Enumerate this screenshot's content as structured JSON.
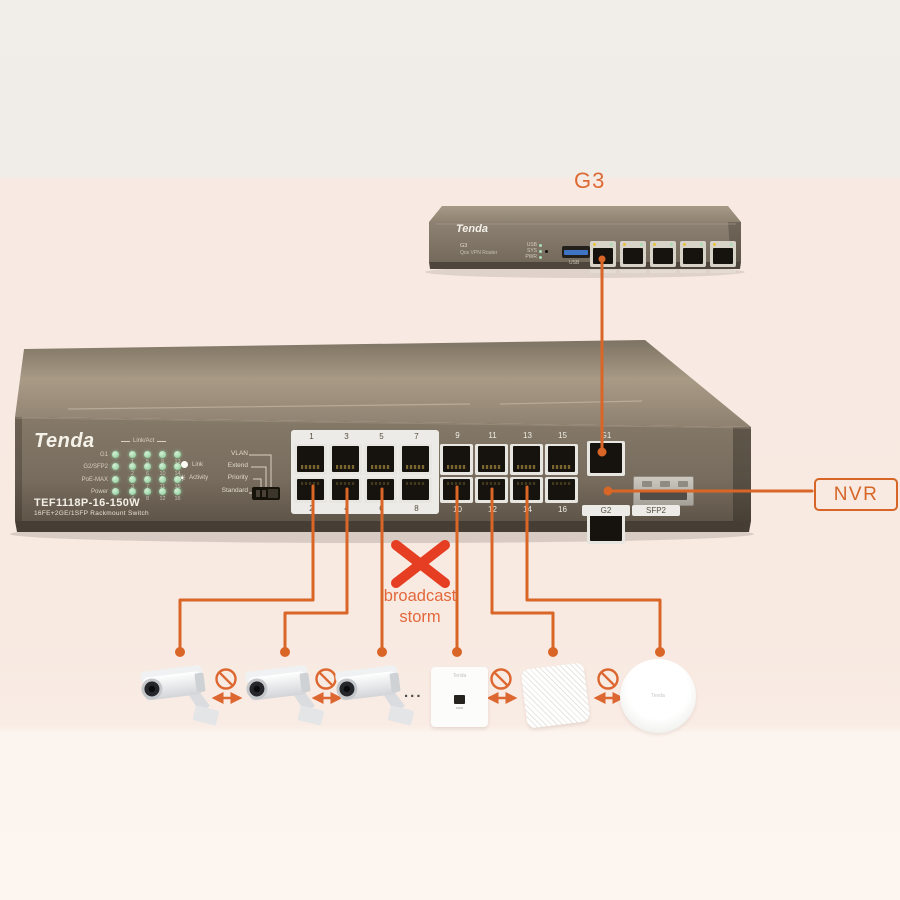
{
  "heading": {
    "g3": "G3"
  },
  "router": {
    "brand": "Tenda",
    "model": "G3",
    "subtitle": "Qos VPN Router",
    "led_labels": [
      "USB",
      "SYS",
      "PWR"
    ],
    "usb_label": "USB"
  },
  "switch": {
    "brand": "Tenda",
    "model": "TEF1118P-16-150W",
    "subtitle": "16FE+2GE/1SFP Rackmount Switch",
    "linkact": "Link/Act",
    "led_row_labels": [
      "G1",
      "G2/SFP2",
      "PoE-MAX",
      "Power"
    ],
    "led_numbers": [
      [
        "1",
        "5",
        "9",
        "13"
      ],
      [
        "2",
        "6",
        "10",
        "14"
      ],
      [
        "3",
        "7",
        "11",
        "15"
      ],
      [
        "4",
        "8",
        "12",
        "16"
      ]
    ],
    "legend": {
      "link": "Link",
      "activity": "Activity"
    },
    "modes": [
      "VLAN",
      "Extend",
      "Priority",
      "Standard"
    ],
    "ports": {
      "top_left": [
        "1",
        "3",
        "5",
        "7"
      ],
      "bottom_left": [
        "2",
        "4",
        "6",
        "8"
      ],
      "top_right": [
        "9",
        "11",
        "13",
        "15"
      ],
      "bottom_right": [
        "10",
        "12",
        "14",
        "16"
      ],
      "g1": "G1",
      "g2": "G2",
      "sfp": "SFP2"
    }
  },
  "nvr": {
    "label": "NVR"
  },
  "annotation": {
    "storm_line1": "broadcast",
    "storm_line2": "storm",
    "ellipsis": "..."
  },
  "devices": {
    "wall_ap_brand": "Tenda",
    "round_ap_brand": "Tenda"
  },
  "icons": {
    "activity": "☀"
  },
  "colors": {
    "cable_orange": "#d96527",
    "cross_red": "#e63e23",
    "annotation_orange": "#e2683c",
    "led_green": "#a6d9ae",
    "background_pink": "#f8eae2"
  }
}
